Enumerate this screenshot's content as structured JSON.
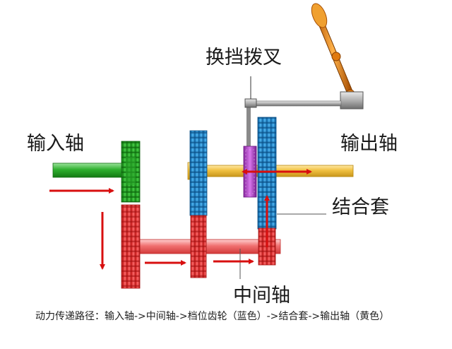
{
  "labels": {
    "shift_fork": "换挡拨叉",
    "input_shaft": "输入轴",
    "output_shaft": "输出轴",
    "synchronizer": "结合套",
    "countershaft": "中间轴"
  },
  "caption": "动力传递路径：输入轴->中间轴->档位齿轮（蓝色）->结合套->输出轴（黄色）",
  "colors": {
    "input_green": "#1fa51f",
    "counter_red": "#e8282a",
    "gear_blue": "#1e8fd6",
    "output_yellow": "#e6b530",
    "sleeve_purple": "#b03cc8",
    "arrow_red": "#d80f0f",
    "lever_orange": "#e07a10",
    "rod_gray": "#8a8a8a"
  }
}
